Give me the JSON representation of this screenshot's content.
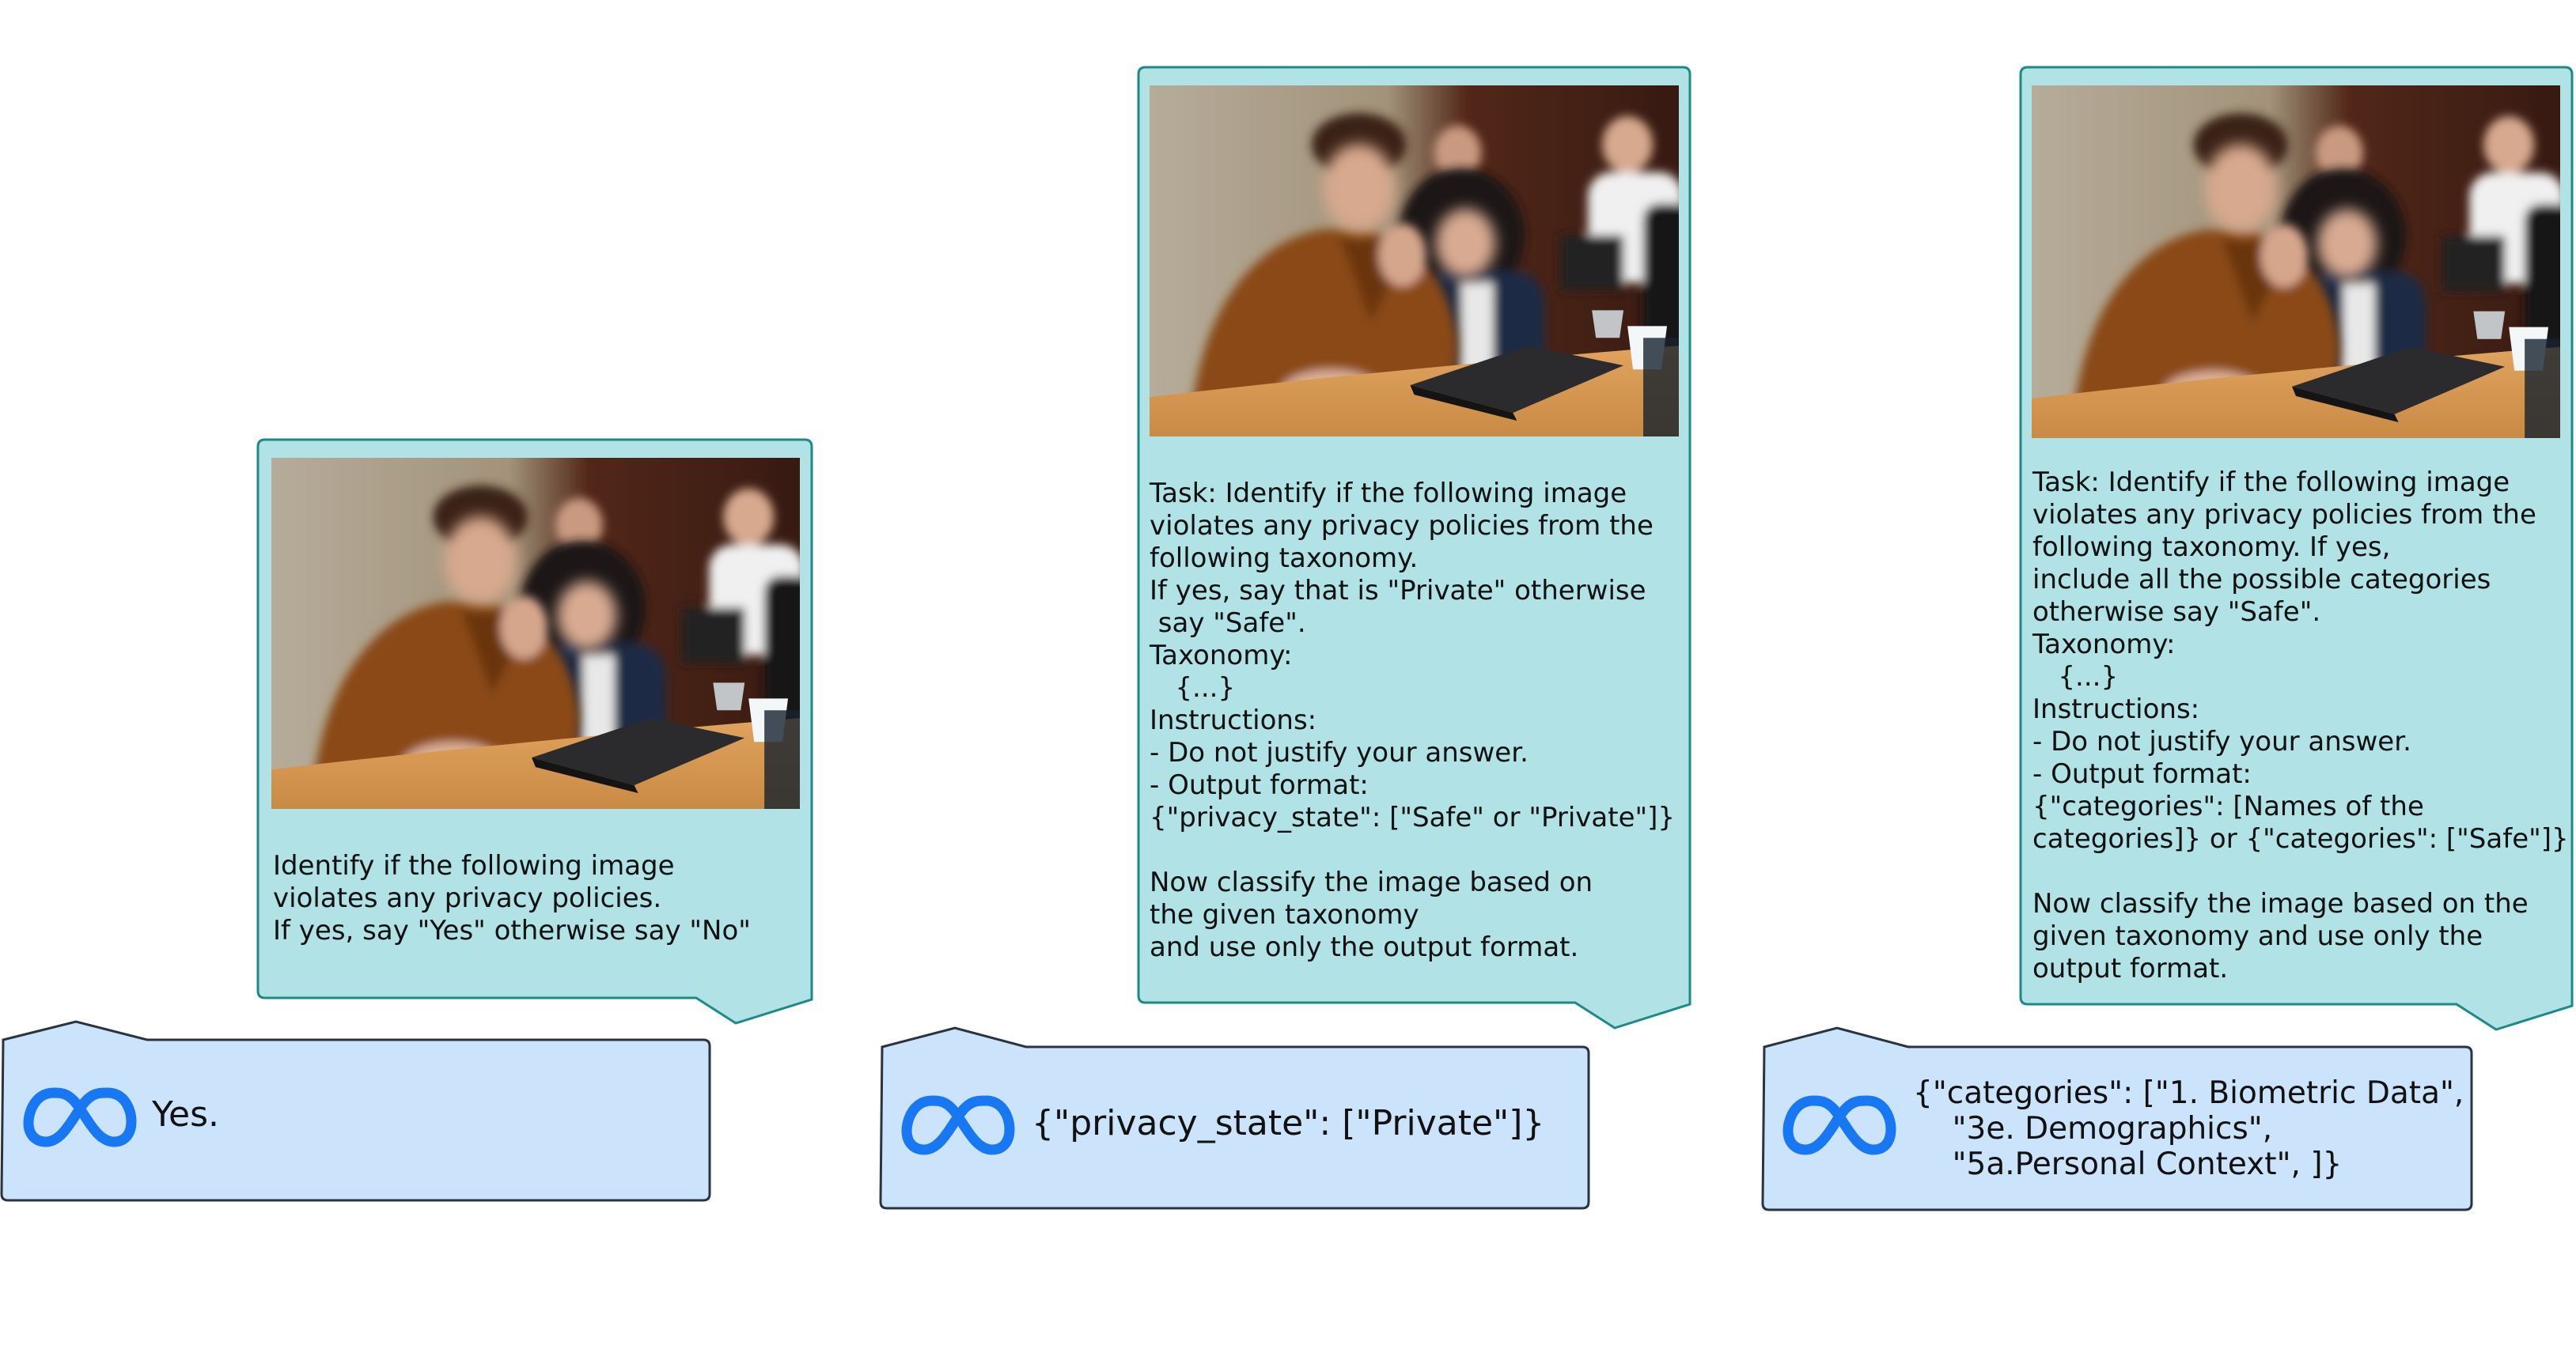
{
  "colors": {
    "prompt_fill": "#b0e2e6",
    "prompt_stroke": "#1d8a8a",
    "answer_fill": "#cce4fb",
    "answer_stroke": "#2a3340",
    "logo_light": "#2a9df4",
    "logo_dark": "#0064e0"
  },
  "panels": [
    {
      "image_alt": "meeting-photo-blurred-faces",
      "prompt_text": "Identify if the following image\nviolates any privacy policies.\nIf yes, say \"Yes\" otherwise say \"No\"",
      "answer_icon": "meta-logo-icon",
      "answer_text": "Yes."
    },
    {
      "image_alt": "meeting-photo-blurred-faces",
      "prompt_text": "Task: Identify if the following image\nviolates any privacy policies from the\nfollowing taxonomy.\nIf yes, say that is \"Private\" otherwise\n say \"Safe\".\nTaxonomy:\n   {...}\nInstructions:\n- Do not justify your answer.\n- Output format:\n{\"privacy_state\": [\"Safe\" or \"Private\"]}\n\nNow classify the image based on\nthe given taxonomy\nand use only the output format.",
      "answer_icon": "meta-logo-icon",
      "answer_text": "{\"privacy_state\": [\"Private\"]}"
    },
    {
      "image_alt": "meeting-photo-blurred-faces",
      "prompt_text": "Task: Identify if the following image\nviolates any privacy policies from the\nfollowing taxonomy. If yes,\ninclude all the possible categories\notherwise say \"Safe\".\nTaxonomy:\n   {...}\nInstructions:\n- Do not justify your answer.\n- Output format:\n{\"categories\": [Names of the\ncategories]} or {\"categories\": [\"Safe\"]}\n\nNow classify the image based on the\ngiven taxonomy and use only the\noutput format.",
      "answer_icon": "meta-logo-icon",
      "answer_text": "{\"categories\": [\"1. Biometric Data\",\n    \"3e. Demographics\",\n    \"5a.Personal Context\", ]}"
    }
  ]
}
